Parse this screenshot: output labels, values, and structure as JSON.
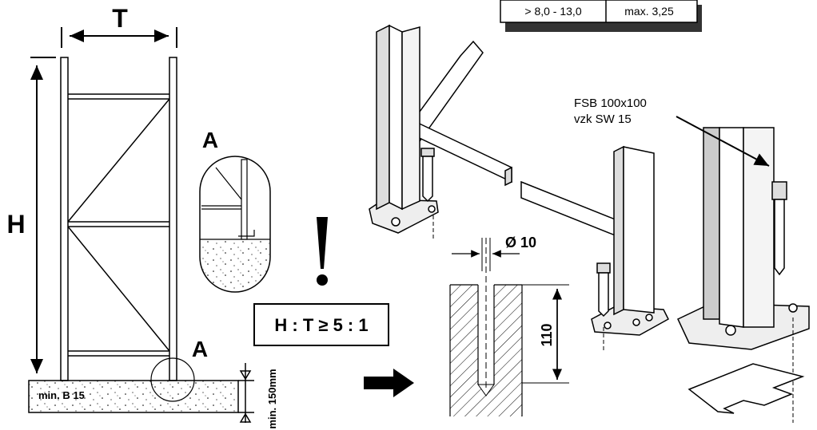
{
  "frame_labels": {
    "width": "T",
    "height": "H"
  },
  "detail": {
    "marker": "A",
    "marker_bottom": "A"
  },
  "foundation": {
    "concrete": "min. B 15",
    "depth": "min. 150mm"
  },
  "ratio": "H : T  ≥  5 : 1",
  "warning": "!",
  "table_row": {
    "range": "> 8,0 - 13,0",
    "value": "max. 3,25"
  },
  "hole": {
    "diameter": "Ø 10",
    "depth": "110"
  },
  "anchor": {
    "line1": "FSB 100x100",
    "line2": "vzk SW 15"
  }
}
